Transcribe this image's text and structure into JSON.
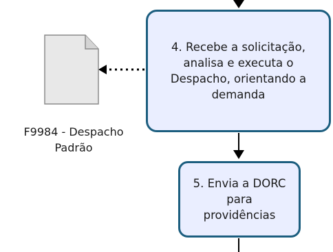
{
  "steps": {
    "step4": {
      "lines": [
        "4. Recebe a solicitação,",
        "analisa e executa o",
        "Despacho, orientando a",
        "demanda"
      ]
    },
    "step5": {
      "lines": [
        "5. Envia a DORC",
        "para",
        "providências"
      ]
    }
  },
  "document": {
    "caption_lines": [
      "F9984 - Despacho",
      "Padrão"
    ],
    "icon": "document-page-icon"
  },
  "colors": {
    "box_fill": "#eaeeff",
    "box_border": "#1c5e7f",
    "arrow": "#000000",
    "document_fill": "#e8e8e8",
    "document_stroke": "#8a8a8a"
  }
}
